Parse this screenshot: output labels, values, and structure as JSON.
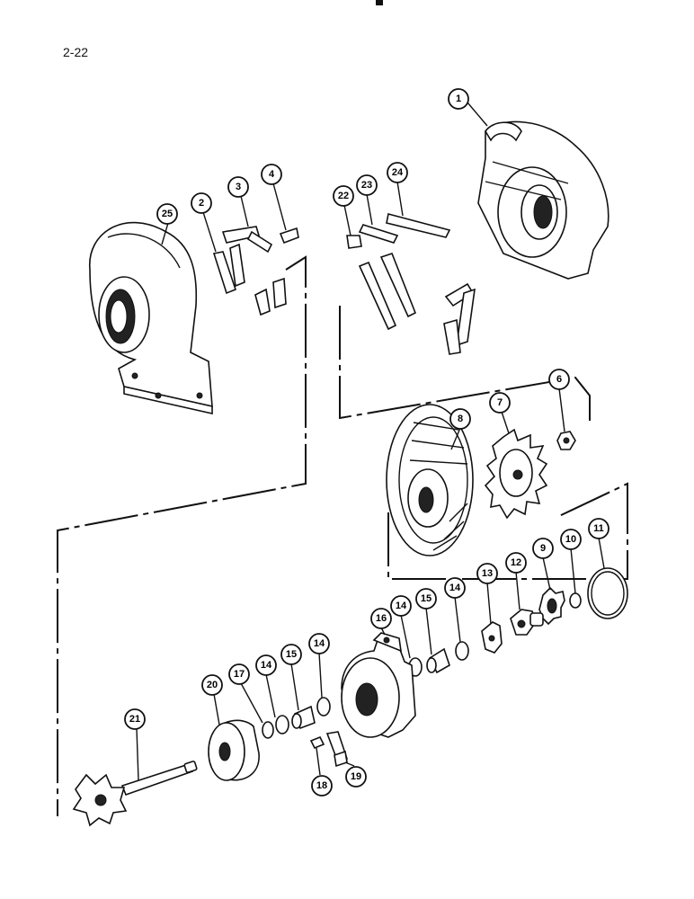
{
  "page": {
    "number": "2-22"
  },
  "callouts": [
    "1",
    "2",
    "3",
    "4",
    "6",
    "7",
    "8",
    "9",
    "10",
    "11",
    "12",
    "13",
    "14",
    "14",
    "14",
    "14",
    "15",
    "15",
    "16",
    "17",
    "18",
    "19",
    "20",
    "21",
    "22",
    "23",
    "24",
    "25"
  ]
}
